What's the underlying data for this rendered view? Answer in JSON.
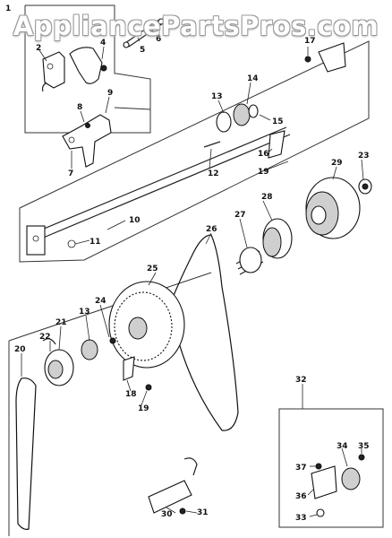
{
  "watermark": "AppliancePartsPros.com",
  "labels": {
    "n1": "1",
    "n2": "2",
    "n4": "4",
    "n5": "5",
    "n6": "6",
    "n7": "7",
    "n8": "8",
    "n9": "9",
    "n10": "10",
    "n11": "11",
    "n12": "12",
    "n13": "13",
    "n13b": "13",
    "n14": "14",
    "n15": "15",
    "n16": "16",
    "n17": "17",
    "n18": "18",
    "n19": "19",
    "n19b": "19",
    "n20": "20",
    "n21": "21",
    "n22": "22",
    "n23": "23",
    "n24": "24",
    "n25": "25",
    "n26": "26",
    "n27": "27",
    "n28": "28",
    "n29": "29",
    "n30": "30",
    "n31": "31",
    "n32": "32",
    "n33": "33",
    "n34": "34",
    "n35": "35",
    "n36": "36",
    "n37": "37"
  }
}
